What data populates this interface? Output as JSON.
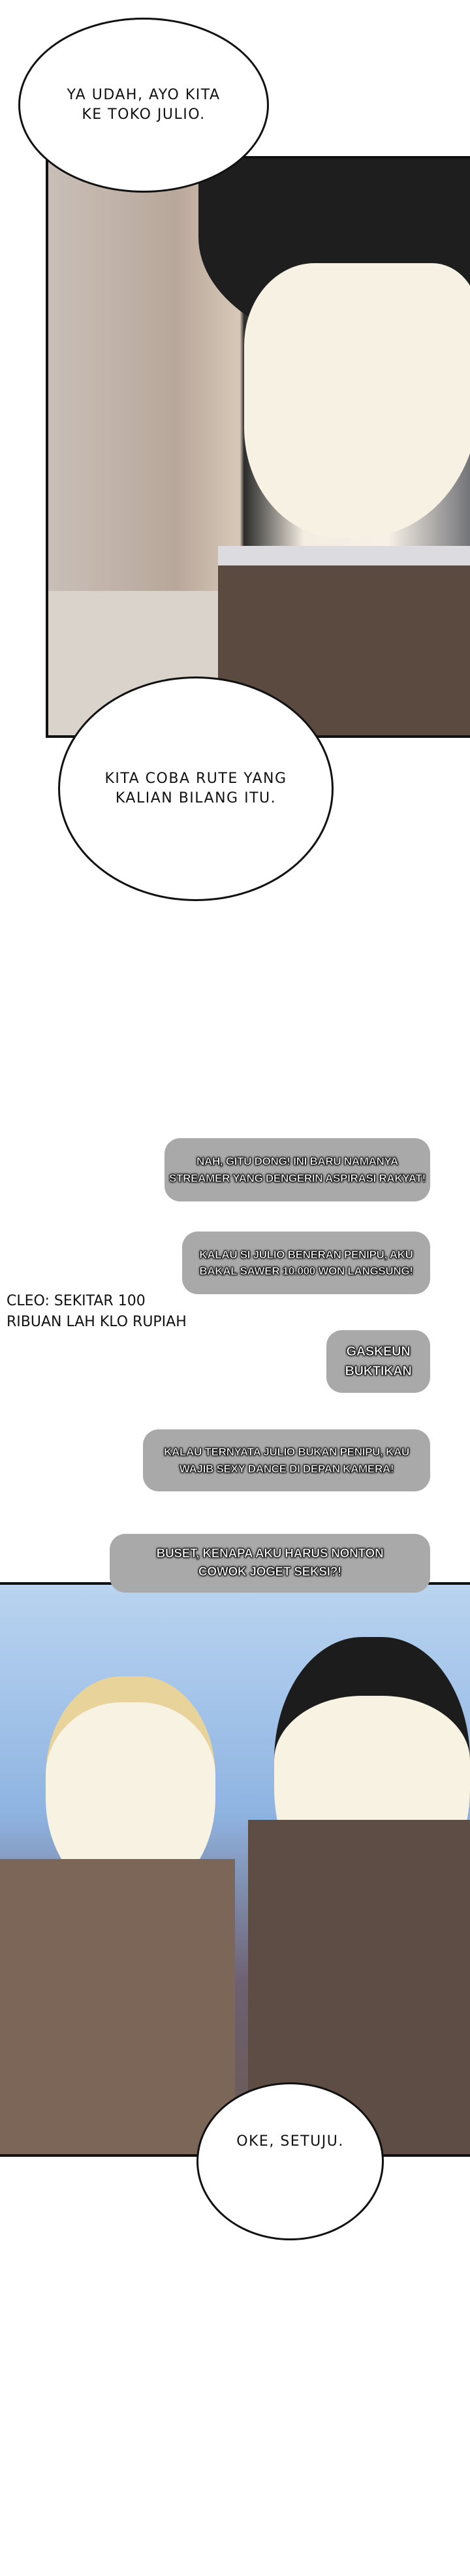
{
  "bubbles": {
    "b1": "YA UDAH, AYO KITA\nKE TOKO JULIO.",
    "b2": "KITA COBA RUTE YANG\nKALIAN BILANG ITU.",
    "b3": "OKE, SETUJU."
  },
  "chat": [
    "NAH, GITU DONG! INI BARU NAMANYA\nSTREAMER YANG DENGERIN ASPIRASI RAKYAT!",
    "KALAU SI JULIO BENERAN PENIPU, AKU\nBAKAL SAWER 10.000 WON LANGSUNG!",
    "GASKEUN\nBUKTIKAN",
    "KALAU TERNYATA JULIO BUKAN PENIPU, KAU\nWAJIB SEXY DANCE DI DEPAN KAMERA!",
    "BUSET, KENAPA AKU HARUS NONTON\nCOWOK JOGET SEKSI?!"
  ],
  "translator_note": "CLEO: SEKITAR 100\nRIBUAN LAH KLO RUPIAH",
  "colors": {
    "chat_bg": "#a9a9a9",
    "sky": "#8fb4e2"
  }
}
